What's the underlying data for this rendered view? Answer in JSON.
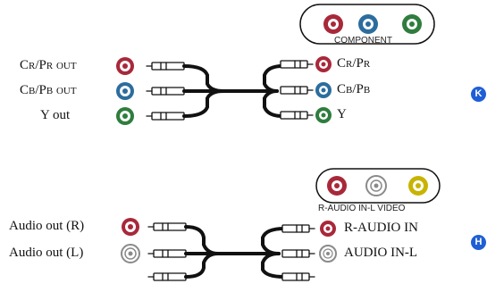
{
  "section_k": {
    "panel_label": "COMPONENT",
    "panel_jacks": [
      "red",
      "blue",
      "green"
    ],
    "source_labels": [
      "Cr/Pr out",
      "Cb/Pb out",
      "Y out"
    ],
    "dest_labels": [
      "Cr/Pr",
      "Cb/Pb",
      "Y"
    ],
    "badge": "K"
  },
  "section_h": {
    "panel_label": "R-AUDIO IN-L VIDEO",
    "panel_jacks": [
      "red",
      "white",
      "yellow"
    ],
    "source_labels": [
      "Audio out (R)",
      "Audio out (L)"
    ],
    "dest_labels": [
      "R-AUDIO IN",
      "AUDIO IN-L"
    ],
    "badge": "H"
  },
  "colors": {
    "red": "#a8283a",
    "blue": "#2c6d9e",
    "green": "#2f7d3e",
    "white": "#9a9a9a",
    "yellow": "#c8b400",
    "cable": "#111111",
    "badge": "#1f5fd6"
  }
}
